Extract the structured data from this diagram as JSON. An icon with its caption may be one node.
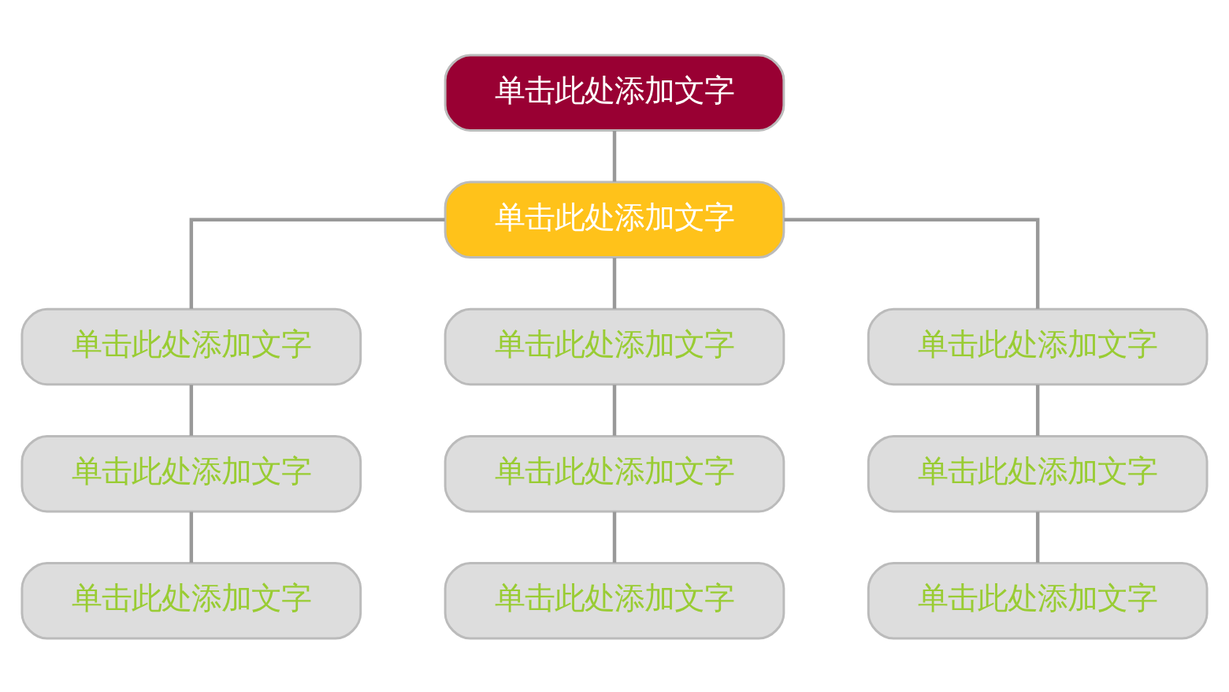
{
  "diagram": {
    "nodes": [
      {
        "text": [
          "单击此处添加文字"
        ]
      },
      {
        "text": [
          "单击此处添加文字"
        ]
      },
      {
        "text": [
          "单击此处添加文字"
        ]
      },
      {
        "text": [
          "单击此处添加文字"
        ]
      },
      {
        "text": [
          "单击此处添加文字"
        ]
      },
      {
        "text": [
          "单击此处添加文字"
        ]
      },
      {
        "text": [
          "单击此处添加文字"
        ]
      },
      {
        "text": [
          "单击此处添加文字"
        ]
      },
      {
        "text": [
          "单击此处添加文字"
        ]
      },
      {
        "text": [
          "单击此处添加文字"
        ]
      },
      {
        "text": [
          "单击此处添加文字"
        ]
      }
    ],
    "edges": [
      {
        "from": 0,
        "to": 1,
        "arrow": "none"
      },
      {
        "from": 1,
        "to": 2,
        "arrow": "none"
      },
      {
        "from": 1,
        "to": 3,
        "arrow": "none"
      },
      {
        "from": 1,
        "to": 4,
        "arrow": "none"
      },
      {
        "from": 2,
        "to": 5,
        "arrow": "none"
      },
      {
        "from": 3,
        "to": 6,
        "arrow": "none"
      },
      {
        "from": 4,
        "to": 7,
        "arrow": "none"
      },
      {
        "from": 5,
        "to": 8,
        "arrow": "none"
      },
      {
        "from": 6,
        "to": 9,
        "arrow": "none"
      },
      {
        "from": 7,
        "to": 10,
        "arrow": "none"
      }
    ]
  }
}
